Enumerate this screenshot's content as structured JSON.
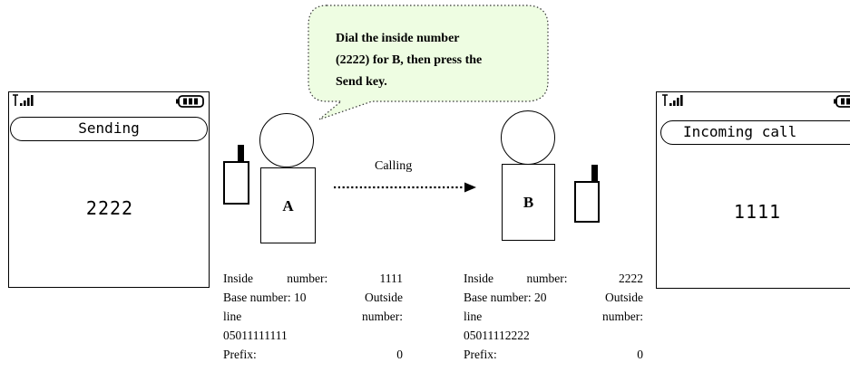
{
  "left_phone": {
    "title": "Sending",
    "number": "2222"
  },
  "right_phone": {
    "title": "Incoming call",
    "number": "1111"
  },
  "callout": {
    "line1": "Dial the inside number",
    "line2": "(2222) for B, then press the",
    "line3": "Send key."
  },
  "arrow_label": "Calling",
  "person_a": {
    "label": "A",
    "info": {
      "line1_label": "Inside",
      "line1_mid": "number:",
      "line1_value": "1111",
      "line2_left": "Base number: 10",
      "line2_right": "Outside",
      "line3_left": "line",
      "line3_right": "number:",
      "line4": "05011111111",
      "line5_label": "Prefix:",
      "line5_value": "0"
    }
  },
  "person_b": {
    "label": "B",
    "info": {
      "line1_label": "Inside",
      "line1_mid": "number:",
      "line1_value": "2222",
      "line2_left": "Base number: 20",
      "line2_right": "Outside",
      "line3_left": "line",
      "line3_right": "number:",
      "line4": "05011112222",
      "line5_label": "Prefix:",
      "line5_value": "0"
    }
  },
  "icons": [
    "signal-icon",
    "battery-icon",
    "dotted-arrow-icon",
    "mobile-phone-icon"
  ]
}
